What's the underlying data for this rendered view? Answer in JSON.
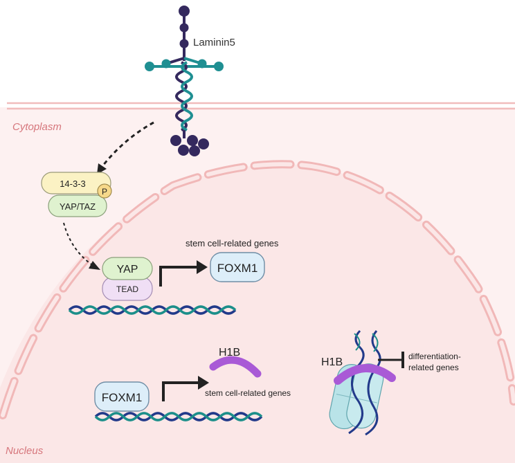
{
  "labels": {
    "laminin": "Laminin5",
    "cytoplasm": "Cytoplasm",
    "nucleus": "Nucleus",
    "protein_1433": "14-3-3",
    "phospho": "P",
    "yaptaz": "YAP/TAZ",
    "yap": "YAP",
    "tead": "TEAD",
    "foxm1_target": "FOXM1",
    "stem_genes_top": "stem cell-related genes",
    "foxm1_factor": "FOXM1",
    "h1b_free": "H1B",
    "stem_genes_bottom": "stem cell-related genes",
    "h1b_bound": "H1B",
    "diff_genes_line1": "differentiation-",
    "diff_genes_line2": "related genes"
  },
  "colors": {
    "membrane": "#f3c3c3",
    "cytoplasm_bg": "#fdf1f1",
    "nucleus_bg": "#fbe7e7",
    "laminin_dark": "#34295e",
    "laminin_teal": "#1f8f92",
    "box_1433": "#fbf2c4",
    "box_yap": "#dff2cf",
    "box_tead": "#f0dff5",
    "box_foxm1": "#ddeef9",
    "h1b": "#a95ad6",
    "dna_dark": "#223a8a",
    "dna_teal": "#1c8f8a",
    "nucleosome": "#b9e3e8",
    "label_red": "#d6767c"
  }
}
